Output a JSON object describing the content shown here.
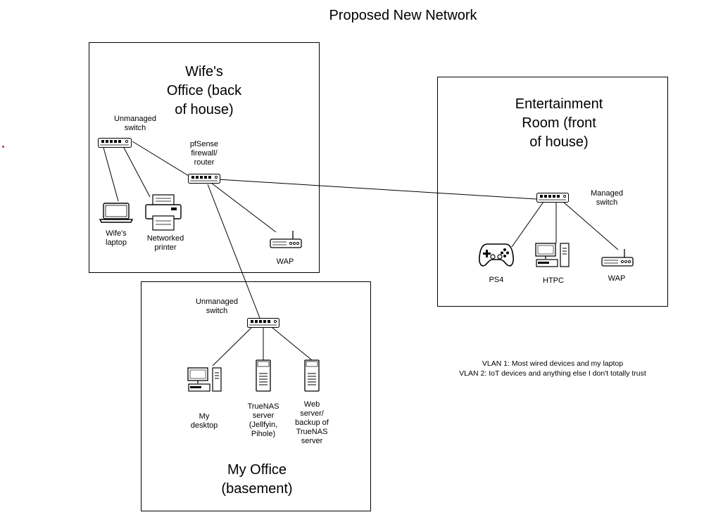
{
  "title": "Proposed New Network",
  "rooms": {
    "wifes_office": "Wife's\nOffice (back\nof house)",
    "entertainment": "Entertainment\nRoom (front\nof house)",
    "my_office": "My Office\n(basement)"
  },
  "devices": {
    "wife_switch": "Unmanaged\nswitch",
    "pfsense": "pfSense\nfirewall/\nrouter",
    "wife_laptop": "Wife's\nlaptop",
    "printer": "Networked\nprinter",
    "wap_office": "WAP",
    "managed_switch": "Managed\nswitch",
    "ps4": "PS4",
    "htpc": "HTPC",
    "wap_ent": "WAP",
    "basement_switch": "Unmanaged\nswitch",
    "desktop": "My\ndesktop",
    "truenas": "TrueNAS\nserver\n(Jellfyin,\nPihole)",
    "webserver": "Web\nserver/\nbackup of\nTrueNAS\nserver"
  },
  "legend": {
    "vlan1": "VLAN 1: Most wired devices and my laptop",
    "vlan2": "VLAN 2: IoT devices and anything else I don't totally trust"
  },
  "colors": {
    "line": "#000000",
    "dot": "#c0304a"
  }
}
